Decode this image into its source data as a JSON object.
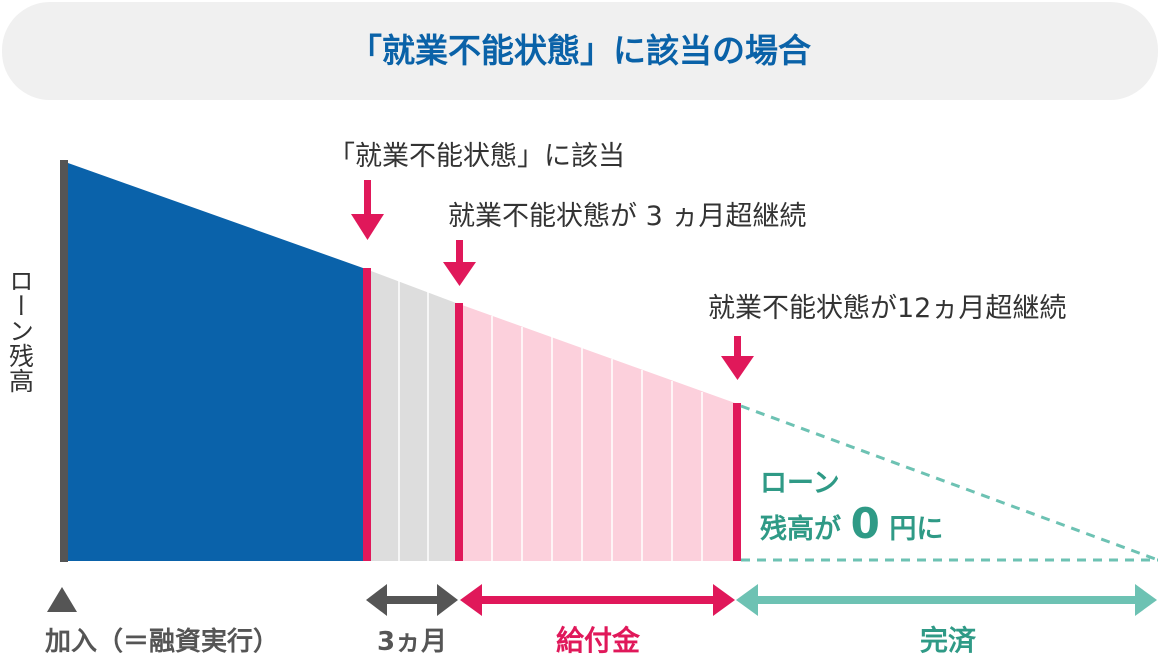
{
  "header": {
    "title": "「就業不能状態」に該当の場合"
  },
  "chart": {
    "y_label": "ローン残高",
    "events": {
      "disability_start": "「就業不能状態」に該当",
      "three_months": "就業不能状態が 3 ヵ月超継続",
      "twelve_months": "就業不能状態が12ヵ月超継続"
    },
    "result": {
      "line1": "ローン",
      "line2_prefix": "残高が",
      "zero": "0",
      "line2_suffix": "円に"
    },
    "timeline": {
      "start": "加入（＝融資実行）",
      "waiting": "3ヵ月",
      "benefit": "給付金",
      "complete": "完済"
    }
  },
  "colors": {
    "header_bg": "#f0f0f0",
    "title_blue": "#0a62a8",
    "loan_blue": "#0a62aa",
    "waiting_gray": "#dddddd",
    "benefit_pink": "#fcd0dc",
    "accent_pink": "#e0185a",
    "teal": "#2f9a86",
    "teal_light": "#6dc2b3",
    "dark_gray": "#555555",
    "text_dark": "#333333"
  },
  "icons": {
    "event_arrow": "down-arrow-icon",
    "start_marker": "triangle-up-icon",
    "span_arrow": "double-headed-arrow-icon"
  }
}
